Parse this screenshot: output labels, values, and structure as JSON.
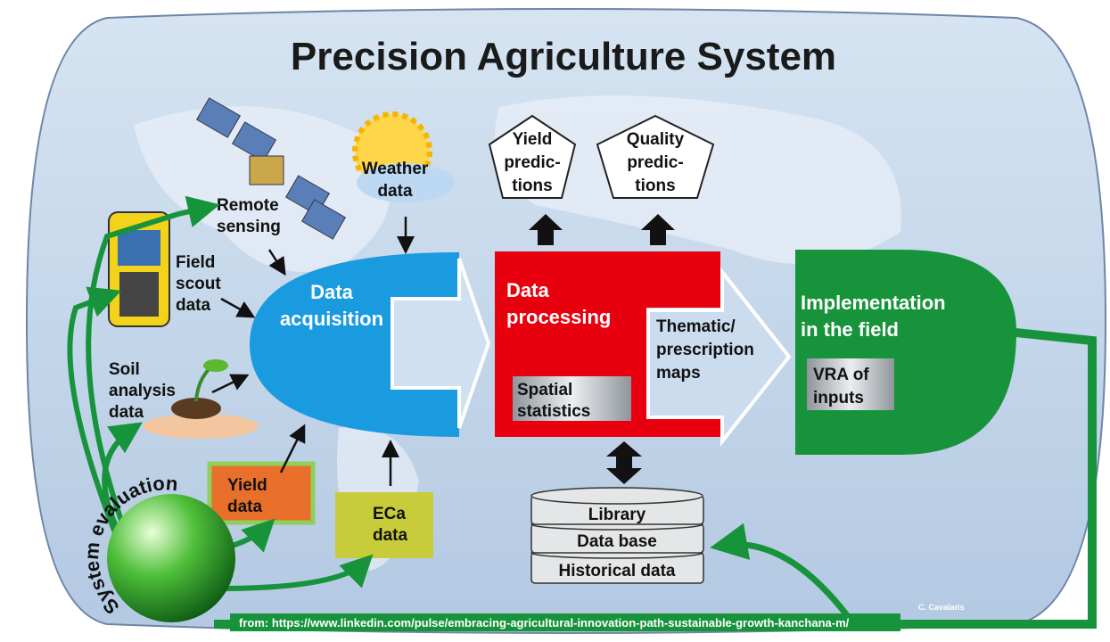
{
  "title": "Precision Agriculture System",
  "colors": {
    "acquisition": "#1a9be0",
    "processing": "#e8000e",
    "implementation": "#17943b",
    "background": "#c7d9ec"
  },
  "inputs": {
    "remote_sensing": [
      "Remote",
      "sensing"
    ],
    "weather": [
      "Weather",
      "data"
    ],
    "field_scout": [
      "Field",
      "scout",
      "data"
    ],
    "soil": [
      "Soil",
      "analysis",
      "data"
    ],
    "yield_data": [
      "Yield",
      "data"
    ],
    "eca_data": [
      "ECa",
      "data"
    ]
  },
  "acquisition": [
    "Data",
    "acquisition"
  ],
  "processing": {
    "title": [
      "Data",
      "processing"
    ],
    "spatial": [
      "Spatial",
      "statistics"
    ]
  },
  "maps": [
    "Thematic/",
    "prescription",
    "maps"
  ],
  "implementation": {
    "title": [
      "Implementation",
      "in the field"
    ],
    "vra": [
      "VRA of",
      "inputs"
    ]
  },
  "predictions": {
    "yield": [
      "Yield",
      "predic-",
      "tions"
    ],
    "quality": [
      "Quality",
      "predic-",
      "tions"
    ]
  },
  "database": [
    "Library",
    "Data base",
    "Historical data"
  ],
  "evaluation": "System evaluation",
  "credit": "C. Cavalaris",
  "source": "from: https://www.linkedin.com/pulse/embracing-agricultural-innovation-path-sustainable-growth-kanchana-m/"
}
